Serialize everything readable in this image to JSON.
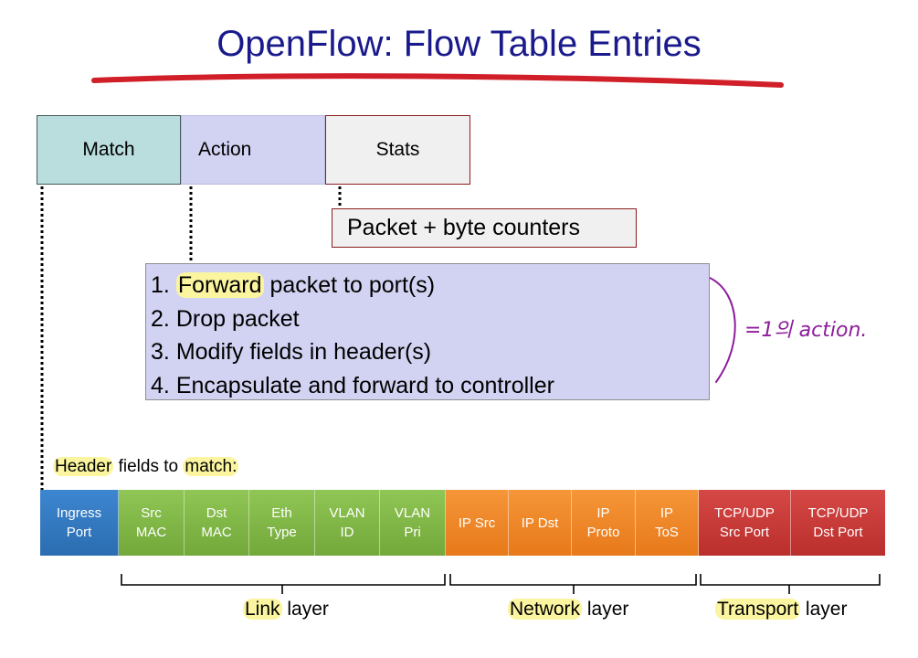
{
  "title": "OpenFlow: Flow Table Entries",
  "entry": {
    "match": "Match",
    "action": "Action",
    "stats": "Stats"
  },
  "stats_detail": "Packet + byte counters",
  "actions": [
    {
      "num": "1.",
      "highlight": "Forward",
      "rest": " packet to port(s)"
    },
    {
      "num": "2.",
      "highlight": "",
      "rest": "Drop packet"
    },
    {
      "num": "3.",
      "highlight": "",
      "rest": "Modify fields in header(s)"
    },
    {
      "num": "4.",
      "highlight": "",
      "rest": "Encapsulate and forward to controller"
    }
  ],
  "annotation": "=1의 action.",
  "header_label": {
    "hl1": "Header",
    "mid": " fields to ",
    "hl2": "match:"
  },
  "fields": [
    {
      "line1": "Ingress",
      "line2": "Port",
      "color": "#2f72b8"
    },
    {
      "line1": "Src",
      "line2": "MAC",
      "color": "#7ab342"
    },
    {
      "line1": "Dst",
      "line2": "MAC",
      "color": "#7ab342"
    },
    {
      "line1": "Eth",
      "line2": "Type",
      "color": "#7ab342"
    },
    {
      "line1": "VLAN",
      "line2": "ID",
      "color": "#7ab342"
    },
    {
      "line1": "VLAN",
      "line2": "Pri",
      "color": "#7ab342"
    },
    {
      "line1": "IP Src",
      "line2": "",
      "color": "#ee8426"
    },
    {
      "line1": "IP Dst",
      "line2": "",
      "color": "#ee8426"
    },
    {
      "line1": "IP",
      "line2": "Proto",
      "color": "#ee8426"
    },
    {
      "line1": "IP",
      "line2": "ToS",
      "color": "#ee8426"
    },
    {
      "line1": "TCP/UDP",
      "line2": "Src Port",
      "color": "#c3322f"
    },
    {
      "line1": "TCP/UDP",
      "line2": "Dst Port",
      "color": "#c3322f"
    }
  ],
  "layers": [
    {
      "hl": "Link",
      "rest": " layer"
    },
    {
      "hl": "Network",
      "rest": " layer"
    },
    {
      "hl": "Transport",
      "rest": " layer"
    }
  ]
}
